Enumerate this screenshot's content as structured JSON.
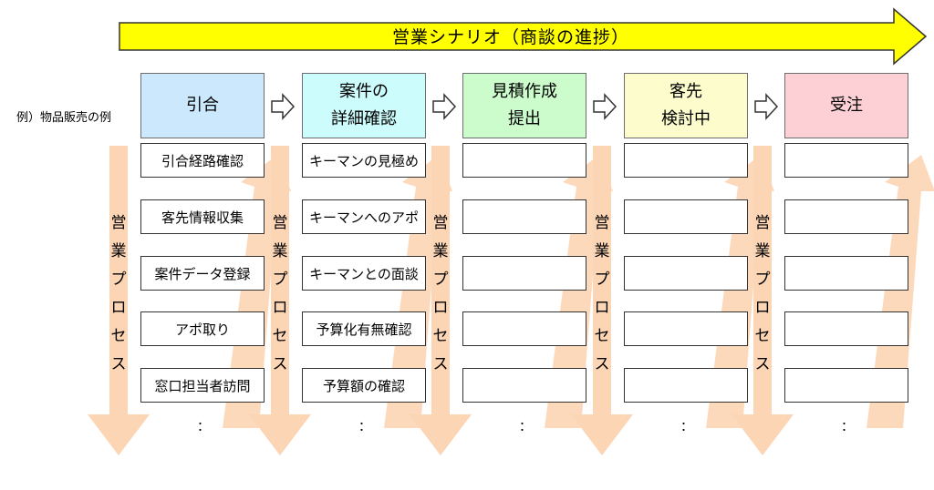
{
  "scenario": {
    "title": "営業シナリオ（商談の進捗）"
  },
  "example_label": "例）物品販売の例",
  "process_label": "営業プロセス",
  "ellipsis": "：",
  "colors": {
    "banner": "#ffff00",
    "flow_arrow": "#fcd5b4",
    "stage_fills": [
      "#cce8fc",
      "#ccfcfc",
      "#ccfccc",
      "#fcfccc",
      "#fcd0d4"
    ]
  },
  "stages": [
    {
      "title": "引合",
      "tasks": [
        "引合経路確認",
        "客先情報収集",
        "案件データ登録",
        "アポ取り",
        "窓口担当者訪問"
      ]
    },
    {
      "title": "案件の\n詳細確認",
      "tasks": [
        "キーマンの見極め",
        "キーマンへのアポ",
        "キーマンとの面談",
        "予算化有無確認",
        "予算額の確認"
      ]
    },
    {
      "title": "見積作成\n提出",
      "tasks": [
        "",
        "",
        "",
        "",
        ""
      ]
    },
    {
      "title": "客先\n検討中",
      "tasks": [
        "",
        "",
        "",
        "",
        ""
      ]
    },
    {
      "title": "受注",
      "tasks": [
        "",
        "",
        "",
        "",
        ""
      ]
    }
  ]
}
